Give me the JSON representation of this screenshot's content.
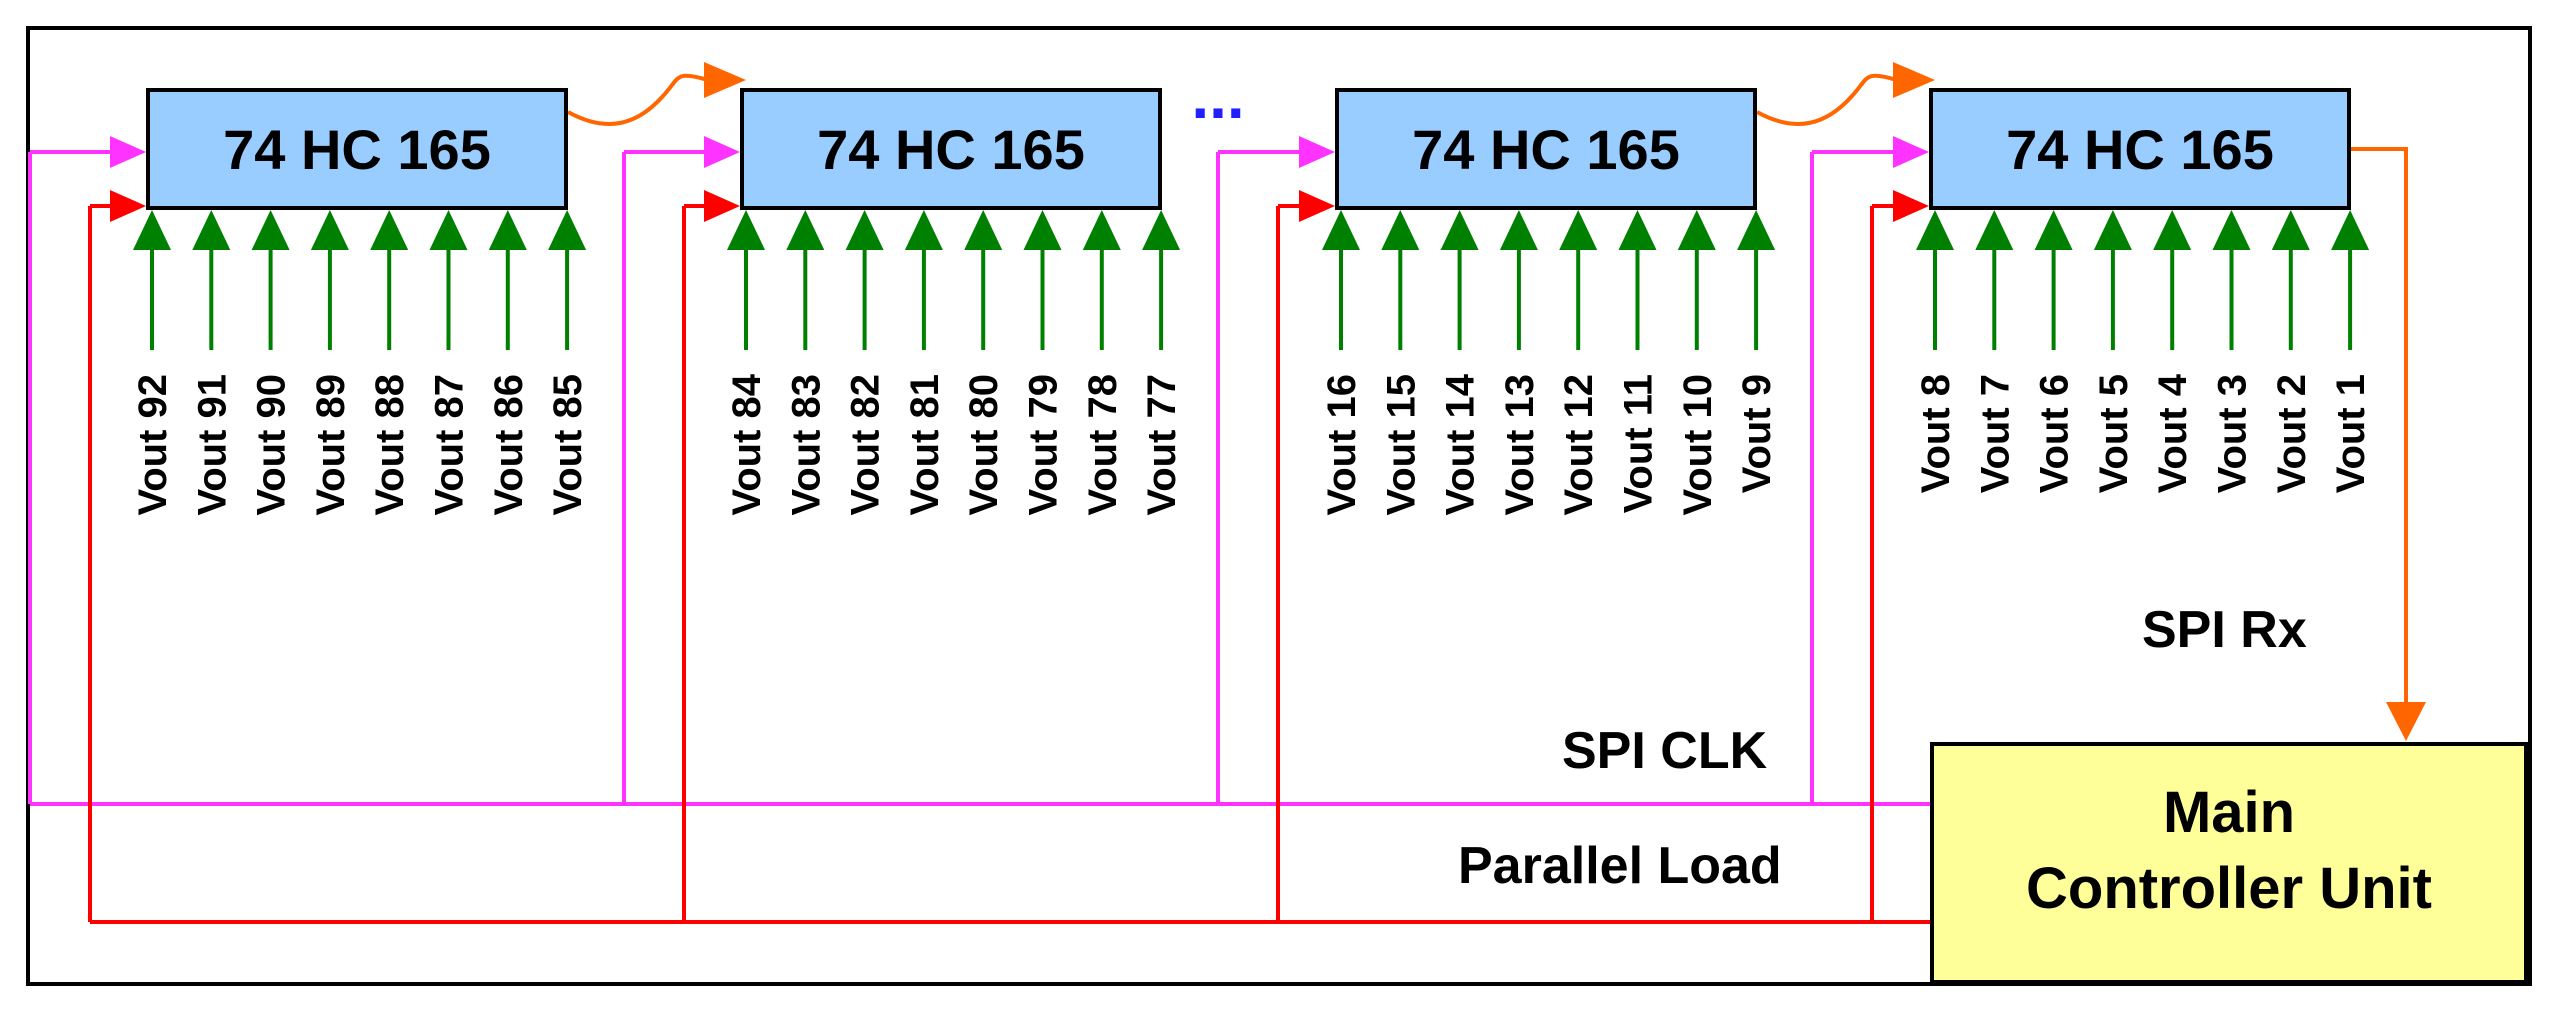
{
  "chips": [
    {
      "label": "74 HC 165",
      "inputs": [
        "Vout 92",
        "Vout 91",
        "Vout 90",
        "Vout 89",
        "Vout 88",
        "Vout 87",
        "Vout 86",
        "Vout 85"
      ]
    },
    {
      "label": "74 HC 165",
      "inputs": [
        "Vout 84",
        "Vout 83",
        "Vout 82",
        "Vout 81",
        "Vout 80",
        "Vout 79",
        "Vout 78",
        "Vout 77"
      ]
    },
    {
      "label": "74 HC 165",
      "inputs": [
        "Vout 16",
        "Vout 15",
        "Vout 14",
        "Vout 13",
        "Vout 12",
        "Vout 11",
        "Vout 10",
        "Vout 9"
      ]
    },
    {
      "label": "74 HC 165",
      "inputs": [
        "Vout 8",
        "Vout 7",
        "Vout 6",
        "Vout 5",
        "Vout 4",
        "Vout 3",
        "Vout 2",
        "Vout 1"
      ]
    }
  ],
  "ellipsis": "...",
  "signals": {
    "spi_rx": "SPI Rx",
    "spi_clk": "SPI CLK",
    "parallel_load": "Parallel Load"
  },
  "controller": {
    "line1": "Main",
    "line2": "Controller Unit"
  },
  "colors": {
    "chip_fill": "#99ccff",
    "controller_fill": "#ffff99",
    "spi_clk_wire": "#ff33ff",
    "parallel_load_wire": "#ff0000",
    "serial_data_wire": "#ff6600",
    "input_arrows": "#008000",
    "ellipsis": "#1f1fff"
  }
}
